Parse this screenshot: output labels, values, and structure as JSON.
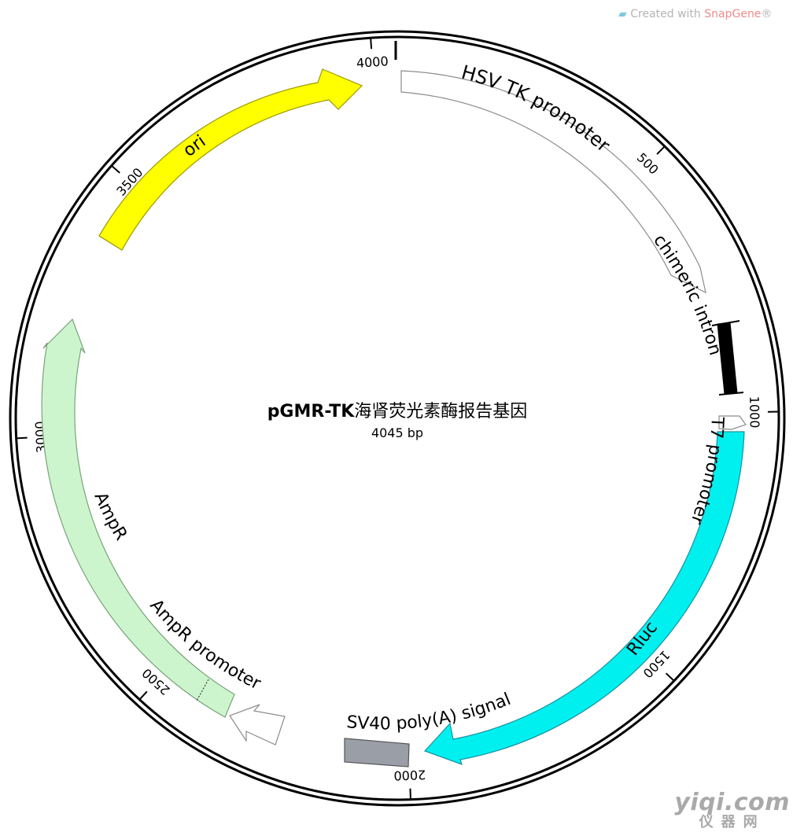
{
  "plasmid": {
    "name": "pGMR-TK海肾荧光素酶报告基因",
    "name_latin": "pGMR-TK",
    "name_cjk": "海肾荧光素酶报告基因",
    "size_label": "4045 bp",
    "length_bp": 4045
  },
  "credit": {
    "prefix": "Created with ",
    "brand": "SnapGene",
    "suffix": "®"
  },
  "watermark": {
    "line1": "yiqi.com",
    "line2": "仪器网"
  },
  "ticks": [
    {
      "bp": 500,
      "label": "500"
    },
    {
      "bp": 1000,
      "label": "1000"
    },
    {
      "bp": 1500,
      "label": "1500"
    },
    {
      "bp": 2000,
      "label": "2000"
    },
    {
      "bp": 2500,
      "label": "2500"
    },
    {
      "bp": 3000,
      "label": "3000"
    },
    {
      "bp": 3500,
      "label": "3500"
    },
    {
      "bp": 4000,
      "label": "4000"
    }
  ],
  "features": [
    {
      "id": "hsv-tk-promoter",
      "label": "HSV TK promoter",
      "start": 3,
      "end": 753,
      "direction": "forward",
      "color": "#ffffff",
      "stroke": "#8c8c8c"
    },
    {
      "id": "chimeric-intron",
      "label": "chimeric intron",
      "start": 852,
      "end": 985,
      "direction": "none",
      "color": "#000000",
      "stroke": "#000000"
    },
    {
      "id": "t7-promoter",
      "label": "T7 promoter",
      "start": 1003,
      "end": 1021,
      "direction": "forward",
      "color": "#ffffff",
      "stroke": "#8c8c8c"
    },
    {
      "id": "rluc",
      "label": "Rluc",
      "start": 1030,
      "end": 1965,
      "direction": "forward",
      "color": "#00f0f0",
      "stroke": "#1a8fa0"
    },
    {
      "id": "sv40-polya",
      "label": "SV40 poly(A) signal",
      "start": 1990,
      "end": 2112,
      "direction": "none",
      "color": "#9a9ea6",
      "stroke": "#555555"
    },
    {
      "id": "ampr-promoter",
      "label": "AmpR promoter",
      "start": 2393,
      "end": 2498,
      "direction": "reverse",
      "color": "#ffffff",
      "stroke": "#8c8c8c"
    },
    {
      "id": "ampr",
      "label": "AmpR",
      "start": 2498,
      "end": 3358,
      "direction": "reverse",
      "color": "#cdf5cd",
      "stroke": "#7aa27a"
    },
    {
      "id": "ori",
      "label": "ori",
      "start": 3532,
      "end": 4005,
      "direction": "forward",
      "color": "#ffff00",
      "stroke": "#9a9a00"
    }
  ]
}
